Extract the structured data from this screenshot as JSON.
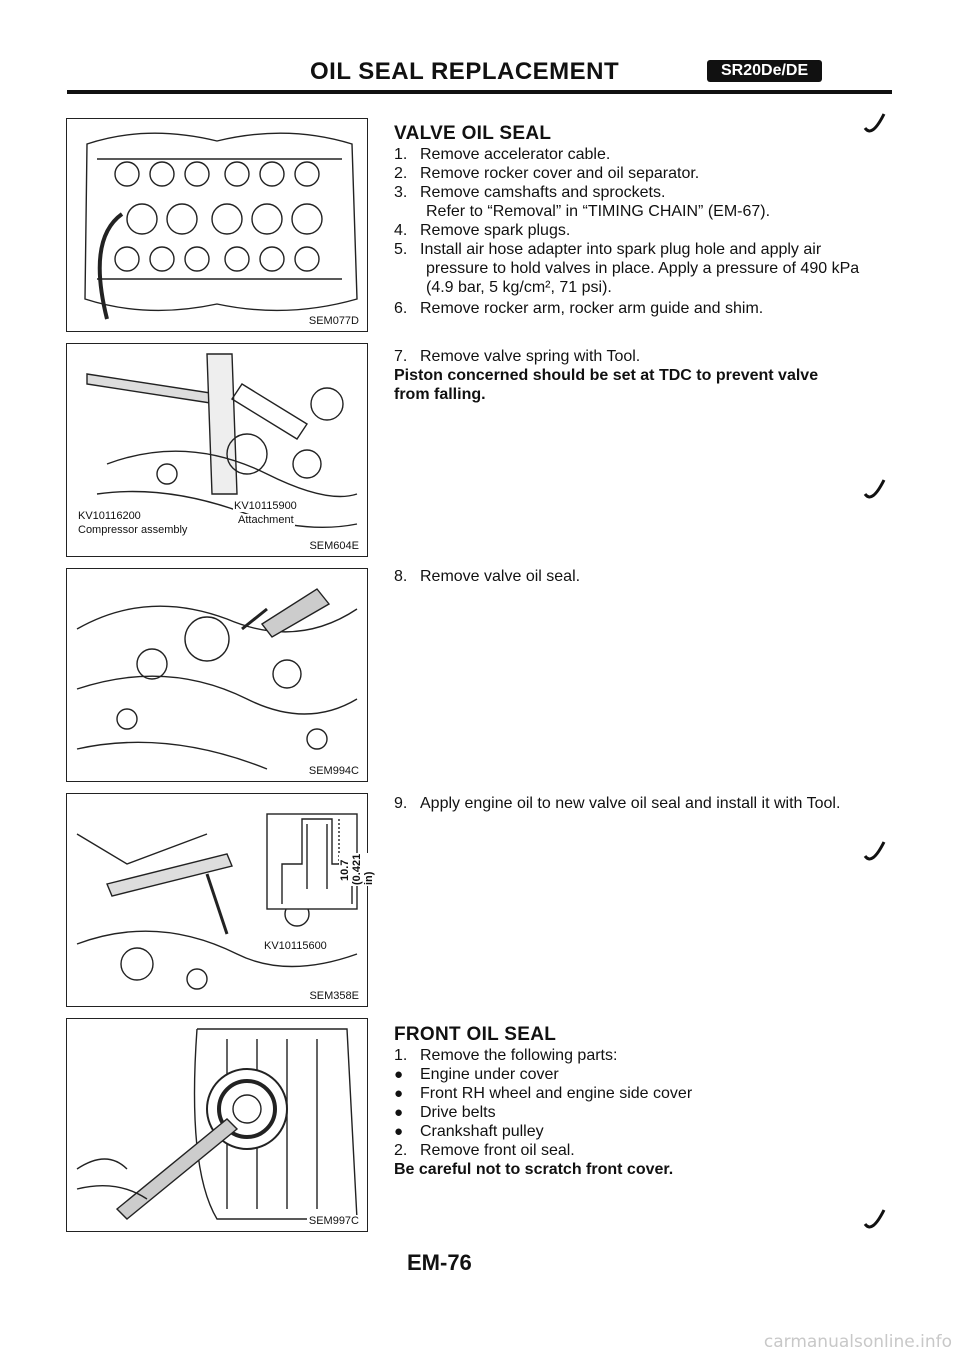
{
  "header": {
    "title": "OIL SEAL REPLACEMENT",
    "badge": "SR20De/DE"
  },
  "figures": [
    {
      "code": "SEM077D"
    },
    {
      "code": "SEM604E",
      "callouts": [
        "KV10116200",
        "Compressor assembly",
        "KV10115900",
        "Attachment"
      ]
    },
    {
      "code": "SEM994C"
    },
    {
      "code": "SEM358E",
      "callouts": [
        "KV10115600",
        "10.7 mm",
        "(0.421 in)"
      ]
    },
    {
      "code": "SEM997C"
    }
  ],
  "valve_section": {
    "heading": "VALVE OIL SEAL",
    "steps": [
      {
        "num": "1.",
        "text": "Remove accelerator cable."
      },
      {
        "num": "2.",
        "text": "Remove rocker cover and oil separator."
      },
      {
        "num": "3.",
        "text": "Remove camshafts and sprockets."
      },
      {
        "num": "",
        "text": "Refer to “Removal” in “TIMING CHAIN” (EM-67)."
      },
      {
        "num": "4.",
        "text": "Remove spark plugs."
      },
      {
        "num": "5.",
        "text": "Install air hose adapter into spark plug hole and apply air"
      },
      {
        "num": "",
        "text": "pressure to hold valves in place. Apply a pressure of 490 kPa"
      },
      {
        "num": "",
        "text": "(4.9 bar, 5 kg/cm², 71 psi)."
      },
      {
        "num": "6.",
        "text": "Remove rocker arm, rocker arm guide and shim."
      }
    ],
    "step7": "Remove valve spring with Tool.",
    "step7_num": "7.",
    "step7_warning_1": "Piston concerned should be set at TDC to prevent valve",
    "step7_warning_2": "from falling.",
    "step8_num": "8.",
    "step8": "Remove valve oil seal.",
    "step9_num": "9.",
    "step9": "Apply engine oil to new valve oil seal and install it with Tool."
  },
  "front_section": {
    "heading": "FRONT OIL SEAL",
    "step1_num": "1.",
    "step1": "Remove the following parts:",
    "bullets": [
      "Engine under cover",
      "Front RH wheel and engine side cover",
      "Drive belts",
      "Crankshaft pulley"
    ],
    "step2_num": "2.",
    "step2": "Remove front oil seal.",
    "warning": "Be careful not to scratch front cover."
  },
  "footer": {
    "page": "EM-76"
  },
  "watermark": "carmanualsonline.info"
}
